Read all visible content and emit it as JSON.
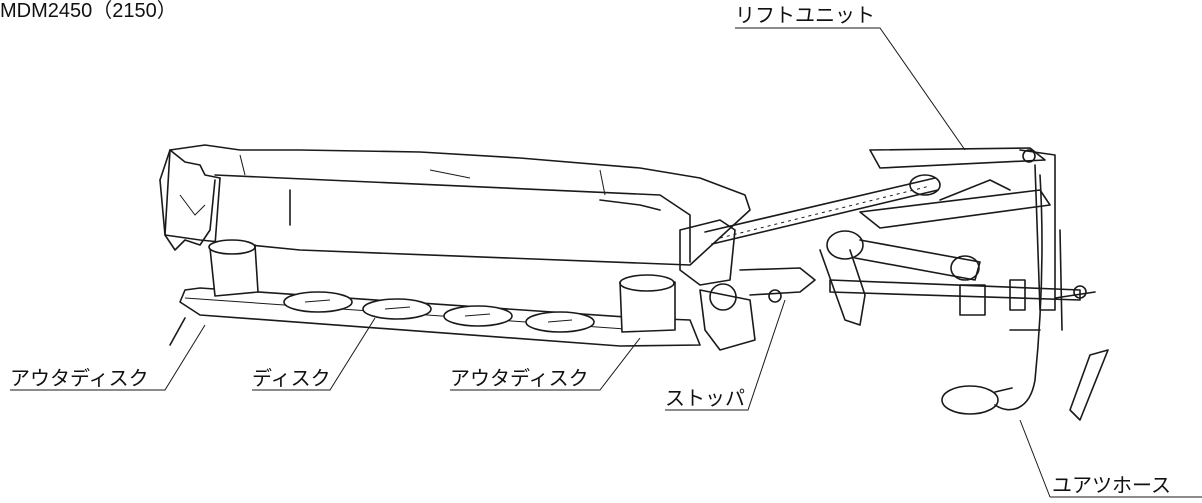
{
  "figure": {
    "title": "MDM2450（2150）",
    "labels": {
      "lift_unit": "リフトユニット",
      "outer_disc_left": "アウタディスク",
      "disc": "ディスク",
      "outer_disc_right": "アウタディスク",
      "stopper": "ストッパ",
      "hydraulic_hose": "ユアツホース"
    }
  }
}
